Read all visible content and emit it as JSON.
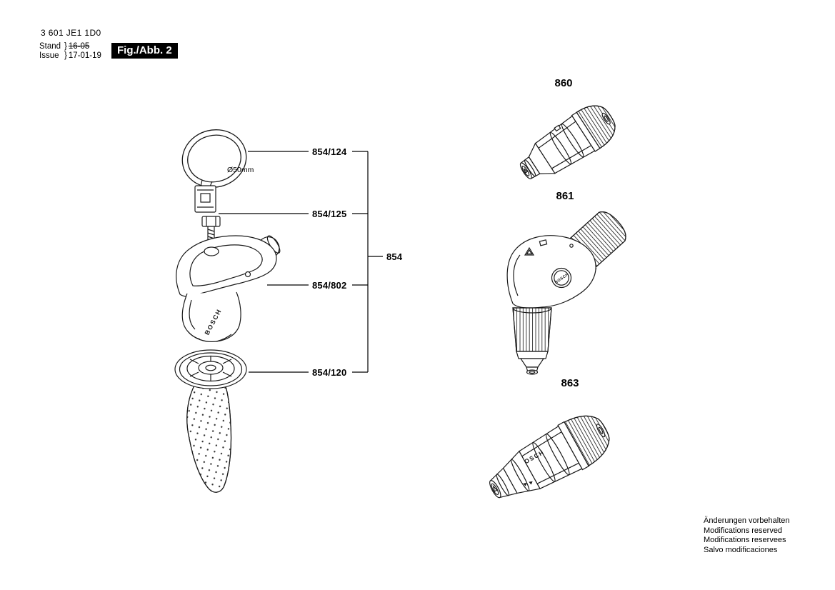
{
  "colors": {
    "figure_box_bg": "#000000",
    "figure_box_text": "#ffffff",
    "line": "#1a1a1a"
  },
  "brand": "BOSCH",
  "header": {
    "part_number": "3 601 JE1 1D0",
    "revision": {
      "stand_label": "Stand",
      "stand_value": "16-05",
      "issue_label": "Issue",
      "issue_value": "17-01-19",
      "brace": "}"
    },
    "figure_label": "Fig./Abb. 2"
  },
  "diagram": {
    "group_ref": "854",
    "callouts": [
      "854/124",
      "854/125",
      "854/802",
      "854/120"
    ],
    "strap_diameter_note": "Ø50mm",
    "accessories": [
      "860",
      "861",
      "863"
    ]
  },
  "footer": {
    "lines": [
      "Änderungen vorbehalten",
      "Modifications reserved",
      "Modifications reservees",
      "Salvo modificaciones"
    ]
  }
}
